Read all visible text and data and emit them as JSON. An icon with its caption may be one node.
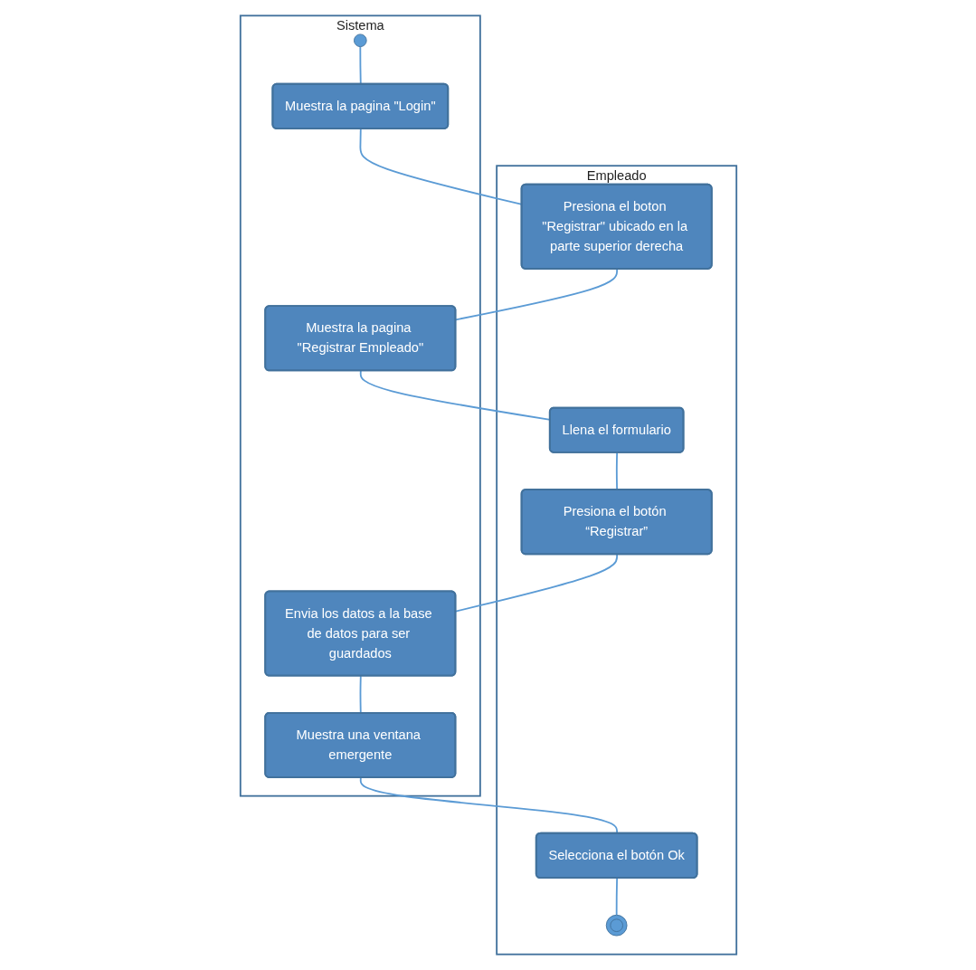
{
  "diagram": {
    "nodes": [
      {
        "text": [
          "Empleado"
        ]
      },
      {
        "text": [
          "Presiona el boton \"Registrar\" ubicado en la parte superior derecha"
        ],
        "in": 0
      },
      {
        "text": [
          "Llena el formulario"
        ],
        "in": 0
      },
      {
        "text": [
          "Presiona el botón “Registrar”"
        ],
        "in": 0
      },
      {
        "text": [
          "Selecciona el botón Ok"
        ],
        "in": 0
      },
      {
        "text": [],
        "shape": "double-circle",
        "in": 0
      },
      {
        "text": [
          "Sistema"
        ]
      },
      {
        "text": [
          "Muestra la pagina \"Login\""
        ],
        "in": 6
      },
      {
        "text": [],
        "shape": "circle",
        "in": 6
      },
      {
        "text": [
          "Muestra la pagina \"Registrar Empleado\""
        ],
        "in": 6
      },
      {
        "text": [
          "Envia los datos a la base de datos para ser guardados"
        ],
        "in": 6
      },
      {
        "text": [
          "Muestra una ventana emergente"
        ],
        "in": 6
      }
    ],
    "edges": [
      {
        "from": 8,
        "to": 7,
        "arrow": "none"
      },
      {
        "from": 7,
        "to": 1,
        "arrow": "none"
      },
      {
        "from": 1,
        "to": 9,
        "arrow": "none"
      },
      {
        "from": 9,
        "to": 2,
        "arrow": "none"
      },
      {
        "from": 2,
        "to": 3,
        "arrow": "none"
      },
      {
        "from": 3,
        "to": 10,
        "arrow": "none"
      },
      {
        "from": 10,
        "to": 11,
        "arrow": "none"
      },
      {
        "from": 11,
        "to": 4,
        "arrow": "none"
      },
      {
        "from": 4,
        "to": 5,
        "arrow": "none"
      }
    ]
  }
}
